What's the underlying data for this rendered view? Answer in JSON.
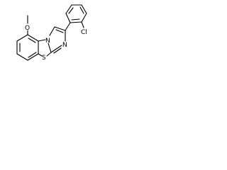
{
  "molecule": {
    "atoms": {
      "oxygen": "O",
      "nitrogen_top": "N",
      "nitrogen_bottom": "N",
      "sulfur": "S",
      "chlorine": "Cl"
    }
  }
}
